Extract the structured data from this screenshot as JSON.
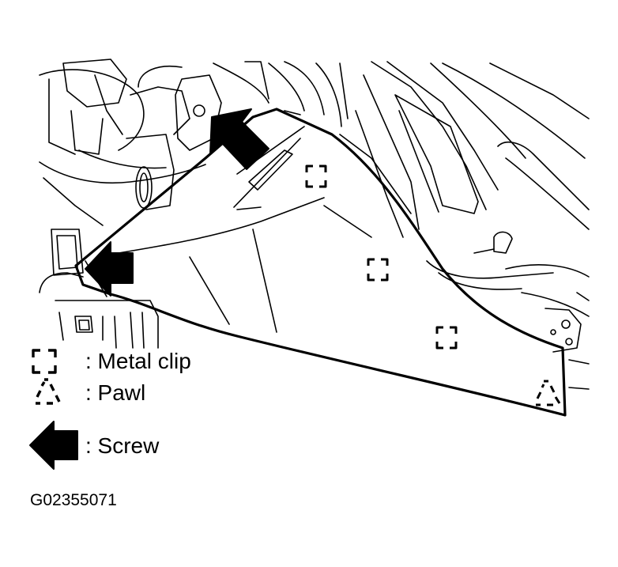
{
  "legend": {
    "metal_clip": ": Metal clip",
    "pawl": ": Pawl",
    "screw": ": Screw"
  },
  "figure_id": "G02355071",
  "icons": {
    "metal_clip": "metal-clip-icon",
    "pawl": "pawl-icon",
    "screw": "screw-arrow-icon"
  },
  "colors": {
    "ink": "#000000",
    "background": "#ffffff"
  }
}
